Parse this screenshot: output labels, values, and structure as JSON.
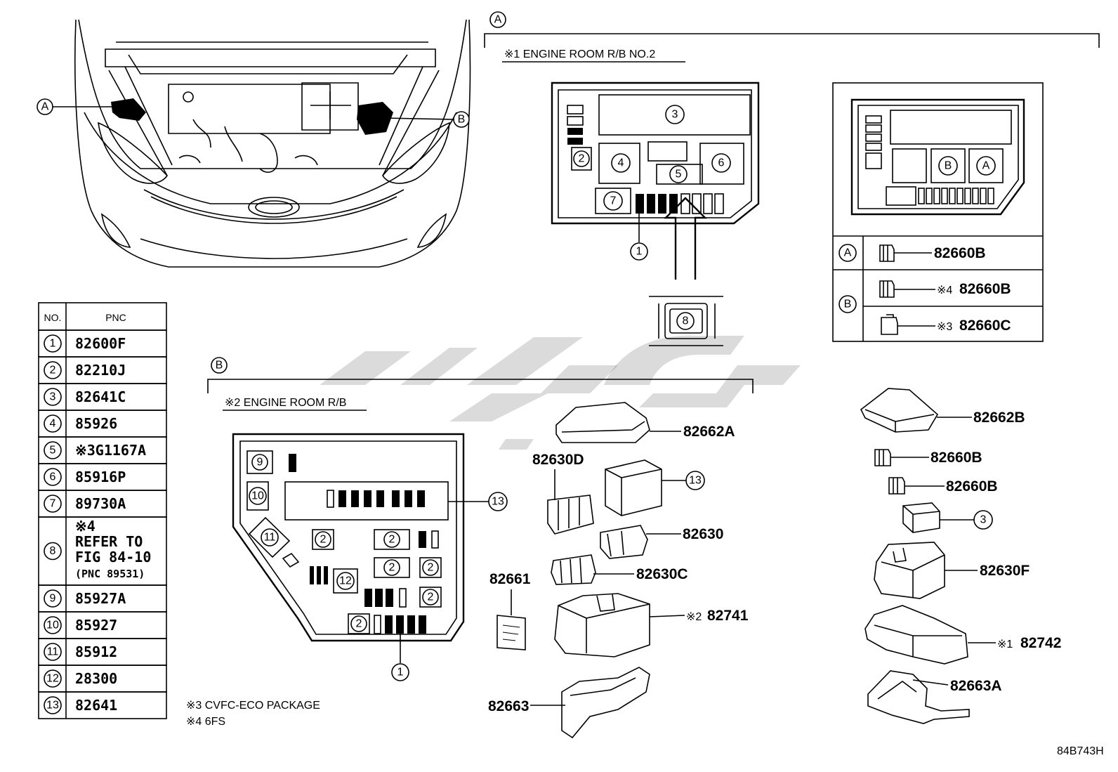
{
  "section_a": {
    "tag": "A",
    "title": "※1 ENGINE ROOM R/B NO.2"
  },
  "section_b": {
    "tag": "B",
    "title": "※2 ENGINE ROOM R/B"
  },
  "car_callouts": [
    "A",
    "B"
  ],
  "table": {
    "headers": [
      "NO.",
      "PNC"
    ],
    "rows": [
      {
        "no": "1",
        "pnc": "82600F"
      },
      {
        "no": "2",
        "pnc": "82210J"
      },
      {
        "no": "3",
        "pnc": "82641C"
      },
      {
        "no": "4",
        "pnc": "85926"
      },
      {
        "no": "5",
        "pnc": "※3G1167A"
      },
      {
        "no": "6",
        "pnc": "85916P"
      },
      {
        "no": "7",
        "pnc": "89730A"
      },
      {
        "no": "8",
        "pnc_lines": [
          "※4",
          "REFER TO",
          "FIG 84-10",
          "(PNC 89531)"
        ]
      },
      {
        "no": "9",
        "pnc": "85927A"
      },
      {
        "no": "10",
        "pnc": "85927"
      },
      {
        "no": "11",
        "pnc": "85912"
      },
      {
        "no": "12",
        "pnc": "28300"
      },
      {
        "no": "13",
        "pnc": "82641"
      }
    ]
  },
  "relay_table": {
    "rows": [
      {
        "tag": "A",
        "note": "",
        "pnc": "82660B"
      },
      {
        "tag": "B",
        "note": "※4",
        "pnc": "82660B"
      },
      {
        "tag": "",
        "note": "※3",
        "pnc": "82660C"
      }
    ]
  },
  "box2_circles": [
    "3",
    "2",
    "4",
    "5",
    "6",
    "7",
    "1"
  ],
  "box2_right_circles": [
    "B",
    "A"
  ],
  "arrow_target": "8",
  "box1_circles": [
    "9",
    "10",
    "11",
    "2",
    "2",
    "2",
    "2",
    "12",
    "2",
    "2",
    "13",
    "1"
  ],
  "parts_mid": {
    "p82662A": "82662A",
    "p82630D": "82630D",
    "p13": "13",
    "p82630": "82630",
    "p82630C": "82630C",
    "p82661": "82661",
    "p82741_note": "※2",
    "p82741": "82741",
    "p82663": "82663"
  },
  "parts_right": {
    "p82662B": "82662B",
    "p82660B_1": "82660B",
    "p82660B_2": "82660B",
    "p3": "3",
    "p82630F": "82630F",
    "p82742_note": "※1",
    "p82742": "82742",
    "p82663A": "82663A"
  },
  "footnotes": [
    "※3 CVFC-ECO PACKAGE",
    "※4 6FS"
  ],
  "figure_id": "84B743H"
}
